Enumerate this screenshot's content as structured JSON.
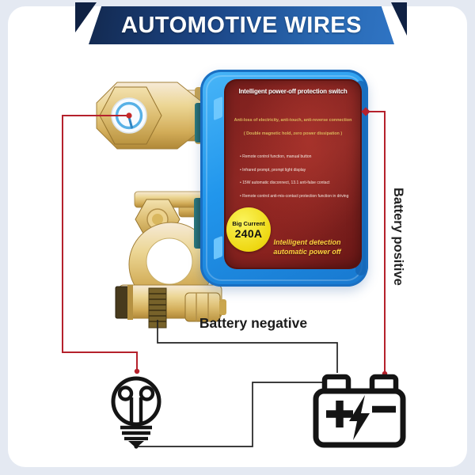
{
  "banner": {
    "title": "AUTOMOTIVE WIRES",
    "bg_dark": "#13294f",
    "bg_light": "#2f74c4"
  },
  "switch_label": {
    "title": "Intelligent power-off protection switch",
    "subtitle1": "Anti-loss of electricity, anti-touch, anti-reverse connection",
    "subtitle2": "( Double magnetic hold, zero power dissipation )",
    "features": [
      "Remote control function, manual button",
      "Infrared prompt, prompt light display",
      "15W automatic disconnect, 13.1 anti-false contact",
      "Remote control anti-mis-contact protection function in driving"
    ],
    "badge_line1": "Big Current",
    "badge_line2": "240A",
    "footer_line1": "Intelligent detection",
    "footer_line2": "automatic power off"
  },
  "annotations": {
    "battery_positive": "Battery positive",
    "battery_negative": "Battery negative"
  },
  "icons": {
    "load": "light-bulb-icon",
    "power_source": "car-battery-icon",
    "terminal_dial": "indicator-dial-icon"
  },
  "colors": {
    "wire_positive": "#b5212c",
    "wire_negative": "#222222",
    "box_blue": "#2196ec",
    "label_maroon": "#7e1f1d",
    "badge_yellow": "#eed813",
    "brass": "#dcc177",
    "background": "#e4e9f2"
  }
}
